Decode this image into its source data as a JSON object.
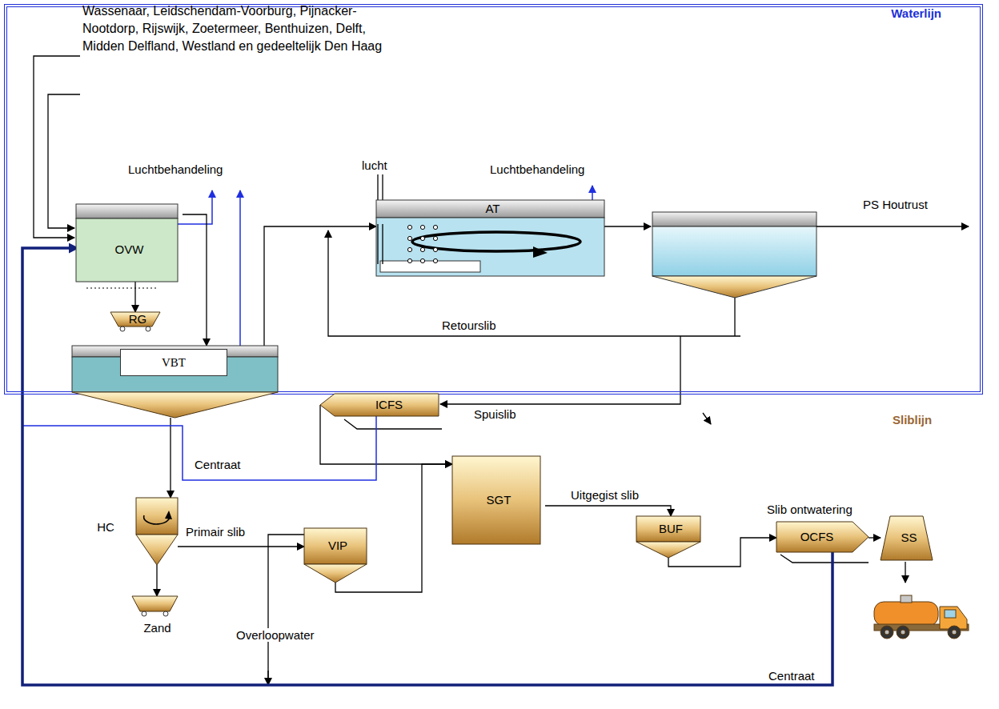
{
  "diagram": {
    "nodes": [
      {
        "text": [
          "Waterlijn"
        ]
      },
      {
        "text": [
          "OVW"
        ],
        "in": 0
      },
      {
        "text": [
          "RG"
        ],
        "in": 0
      },
      {
        "text": [
          "VBT"
        ],
        "in": 0
      },
      {
        "text": [
          "AT"
        ],
        "in": 0
      },
      {
        "text": [
          "ICFS"
        ]
      },
      {
        "text": [
          "HC"
        ]
      },
      {
        "text": [
          "Zand"
        ]
      },
      {
        "text": [
          "VIP"
        ]
      },
      {
        "text": [
          "SGT"
        ]
      },
      {
        "text": [
          "BUF"
        ]
      },
      {
        "text": [
          "OCFS"
        ]
      },
      {
        "text": [
          "SS"
        ]
      }
    ],
    "edges": [
      {
        "from": 1,
        "to": 2,
        "arrow": "to"
      },
      {
        "from": 1,
        "to": 3,
        "arrow": "to"
      },
      {
        "from": 3,
        "to": 4,
        "arrow": "to"
      },
      {
        "from": 3,
        "to": 6,
        "arrow": "to"
      },
      {
        "from": 6,
        "to": 8,
        "arrow": "to"
      },
      {
        "from": 6,
        "to": 7,
        "arrow": "to"
      },
      {
        "from": 8,
        "to": 9,
        "arrow": "to"
      },
      {
        "from": 5,
        "to": 9,
        "arrow": "to"
      },
      {
        "from": 9,
        "to": 10,
        "arrow": "to"
      },
      {
        "from": 10,
        "to": 11,
        "arrow": "to"
      },
      {
        "from": 11,
        "to": 12,
        "arrow": "to"
      },
      {
        "from": 8,
        "to": 1,
        "arrow": "to"
      },
      {
        "from": 5,
        "to": 1,
        "arrow": "to"
      },
      {
        "from": 11,
        "to": 1,
        "arrow": "to"
      }
    ],
    "labels": [
      "Wassenaar, Leidschendam-Voorburg, Pijnacker-Nootdorp, Rijswijk, Zoetermeer, Benthuizen, Delft, Midden Delfland, Westland en gedeeltelijk Den Haag",
      "Luchtbehandeling",
      "Luchtbehandeling",
      "lucht",
      "PS Houtrust",
      "Retourslib",
      "Spuislib",
      "Centraat",
      "Primair slib",
      "Overloopwater",
      "Uitgegist slib",
      "Slib ontwatering",
      "Centraat",
      "Sliblijn"
    ]
  }
}
